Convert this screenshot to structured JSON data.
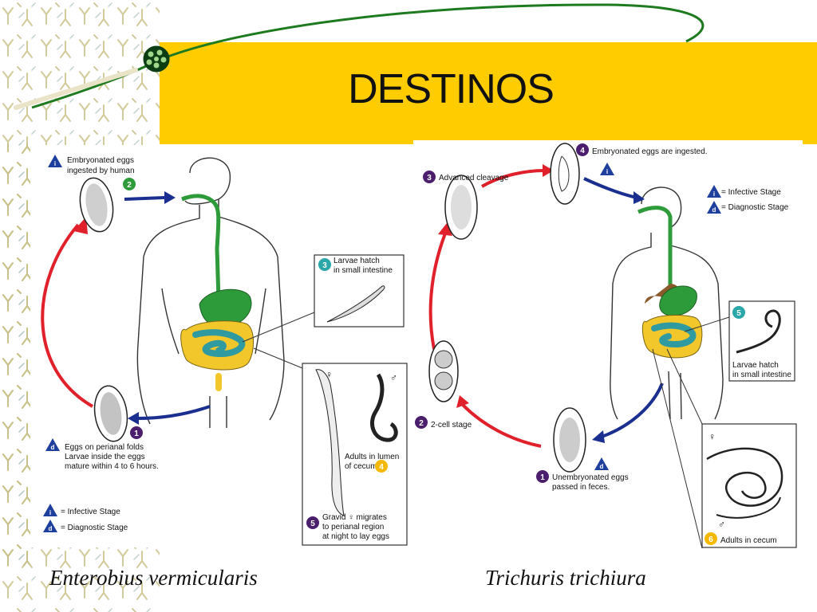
{
  "title": "DESTINOS",
  "colors": {
    "title_band": "#ffcc00",
    "decor_line": "#1e7a1e",
    "digestive_green": "#2e9b3a",
    "colon_yellow": "#f2c72b",
    "intestine_teal": "#2f9aa0",
    "liver_brown": "#8a5a2b",
    "arrow_red": "#e0202a",
    "arrow_blue": "#1a2f8f",
    "badge_purple": "#4b1f6e",
    "badge_teal": "#2aa7a8",
    "badge_yellow": "#f5b800",
    "badge_green": "#2e9b3a",
    "badge_stage_blue": "#1f3f9f"
  },
  "enterobius": {
    "caption": "Enterobius vermicularis",
    "step1_text": [
      "Eggs on perianal folds",
      "Larvae inside the eggs",
      "mature within 4 to 6 hours."
    ],
    "step2_text": [
      "Embryonated eggs",
      "ingested by human"
    ],
    "step3_text": [
      "Larvae hatch",
      "in small intestine"
    ],
    "step4_text": [
      "Adults in lumen",
      "of cecum"
    ],
    "step5_text": [
      "Gravid ♀ migrates",
      "to perianal region",
      "at night to lay eggs"
    ],
    "legend_infective": "= Infective Stage",
    "legend_diagnostic": "= Diagnostic Stage",
    "badge_numbers": [
      "1",
      "2",
      "3",
      "4",
      "5"
    ],
    "stage_letters": [
      "i",
      "d"
    ],
    "female_symbol": "♀",
    "male_symbol": "♂"
  },
  "trichuris": {
    "caption": "Trichuris trichiura",
    "step1_text": [
      "Unembryonated eggs",
      "passed in feces."
    ],
    "step2_text": [
      "2-cell stage"
    ],
    "step3_text": [
      "Advanced cleavage"
    ],
    "step4_text": [
      "Embryonated eggs are ingested."
    ],
    "step5_text": [
      "Larvae hatch",
      "in small intestine"
    ],
    "step6_text": [
      "Adults in cecum"
    ],
    "legend_infective": "= Infective Stage",
    "legend_diagnostic": "= Diagnostic Stage",
    "badge_numbers": [
      "1",
      "2",
      "3",
      "4",
      "5",
      "6"
    ],
    "stage_letters": [
      "i",
      "d"
    ],
    "female_symbol": "♀",
    "male_symbol": "♂"
  }
}
